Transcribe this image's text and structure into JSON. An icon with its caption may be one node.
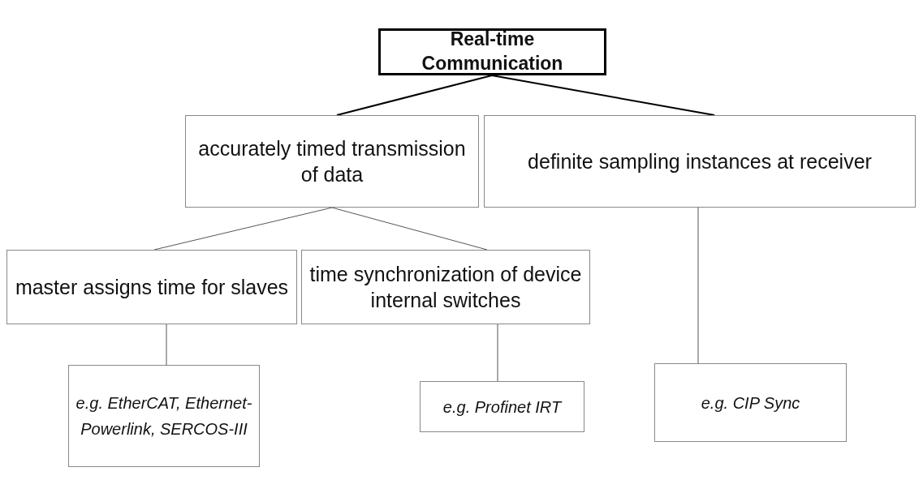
{
  "diagram": {
    "nodes": [
      {
        "text": [
          "Real-time Communication"
        ]
      },
      {
        "text": [
          "accurately timed transmission of data"
        ]
      },
      {
        "text": [
          "definite sampling instances at receiver"
        ]
      },
      {
        "text": [
          "master assigns time for slaves"
        ]
      },
      {
        "text": [
          "time synchronization of device internal switches"
        ]
      },
      {
        "text": [
          "e.g. EtherCAT, Ethernet-Powerlink, SERCOS-III"
        ]
      },
      {
        "text": [
          "e.g. Profinet IRT"
        ]
      },
      {
        "text": [
          "e.g. CIP Sync"
        ]
      }
    ],
    "edges": [
      {
        "from": 0,
        "to": 1,
        "arrow": "none"
      },
      {
        "from": 0,
        "to": 2,
        "arrow": "none"
      },
      {
        "from": 1,
        "to": 3,
        "arrow": "none"
      },
      {
        "from": 1,
        "to": 4,
        "arrow": "none"
      },
      {
        "from": 3,
        "to": 5,
        "arrow": "none"
      },
      {
        "from": 4,
        "to": 6,
        "arrow": "none"
      },
      {
        "from": 2,
        "to": 7,
        "arrow": "none"
      }
    ]
  }
}
